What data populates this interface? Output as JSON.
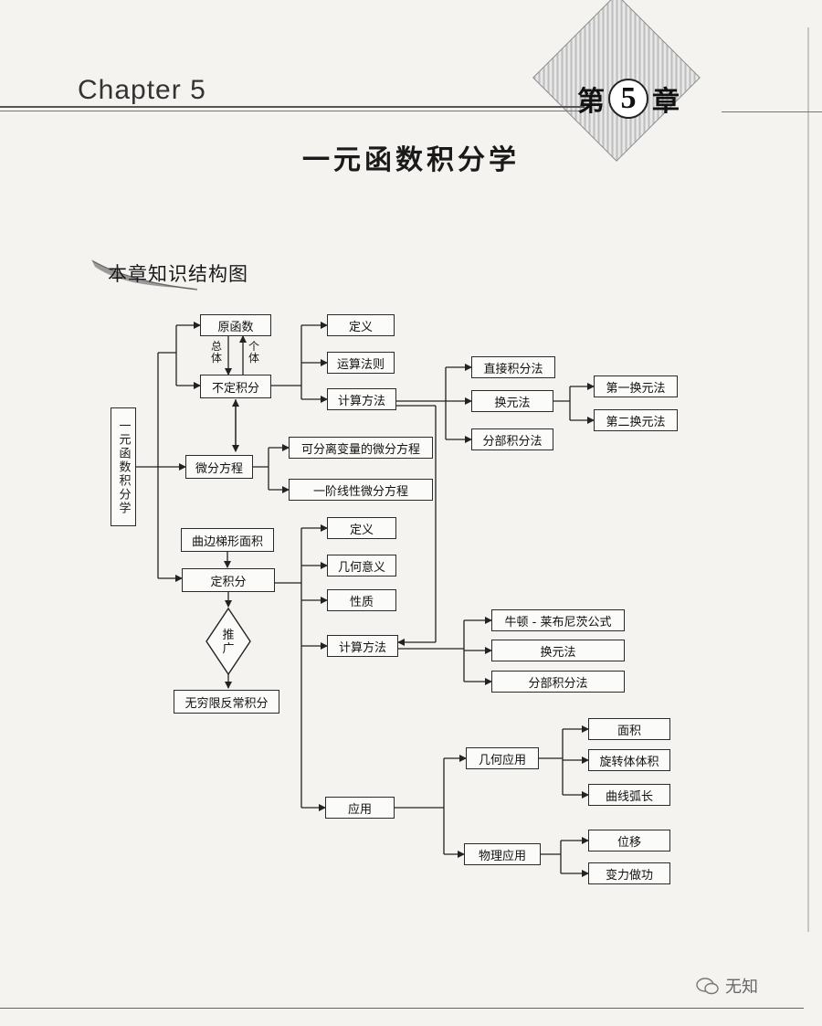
{
  "header": {
    "chapter_en": "Chapter 5",
    "chapter_cn_prefix": "第",
    "chapter_num": "5",
    "chapter_cn_suffix": "章"
  },
  "page_title": "一元函数积分学",
  "section_title": "本章知识结构图",
  "diagram": {
    "root": "一元函数积分学",
    "primitive_function": "原函数",
    "indefinite_integral": "不定积分",
    "label_whole": "总体",
    "label_individual": "个体",
    "indef_definition": "定义",
    "indef_rules": "运算法则",
    "indef_calc_method": "计算方法",
    "direct_integration": "直接积分法",
    "substitution": "换元法",
    "first_substitution": "第一换元法",
    "second_substitution": "第二换元法",
    "integration_by_parts": "分部积分法",
    "differential_equation": "微分方程",
    "separable_de": "可分离变量的微分方程",
    "first_order_linear_de": "一阶线性微分方程",
    "curved_trapezoid_area": "曲边梯形面积",
    "definite_integral": "定积分",
    "def_definition": "定义",
    "geometric_meaning": "几何意义",
    "properties": "性质",
    "def_calc_method": "计算方法",
    "newton_leibniz": "牛顿 - 莱布尼茨公式",
    "def_substitution": "换元法",
    "def_by_parts": "分部积分法",
    "promote": "推广",
    "improper_integral": "无穷限反常积分",
    "application": "应用",
    "geometric_application": "几何应用",
    "area": "面积",
    "solid_of_revolution_volume": "旋转体体积",
    "arc_length": "曲线弧长",
    "physical_application": "物理应用",
    "displacement": "位移",
    "variable_force_work": "变力做功"
  },
  "watermark": "无知"
}
